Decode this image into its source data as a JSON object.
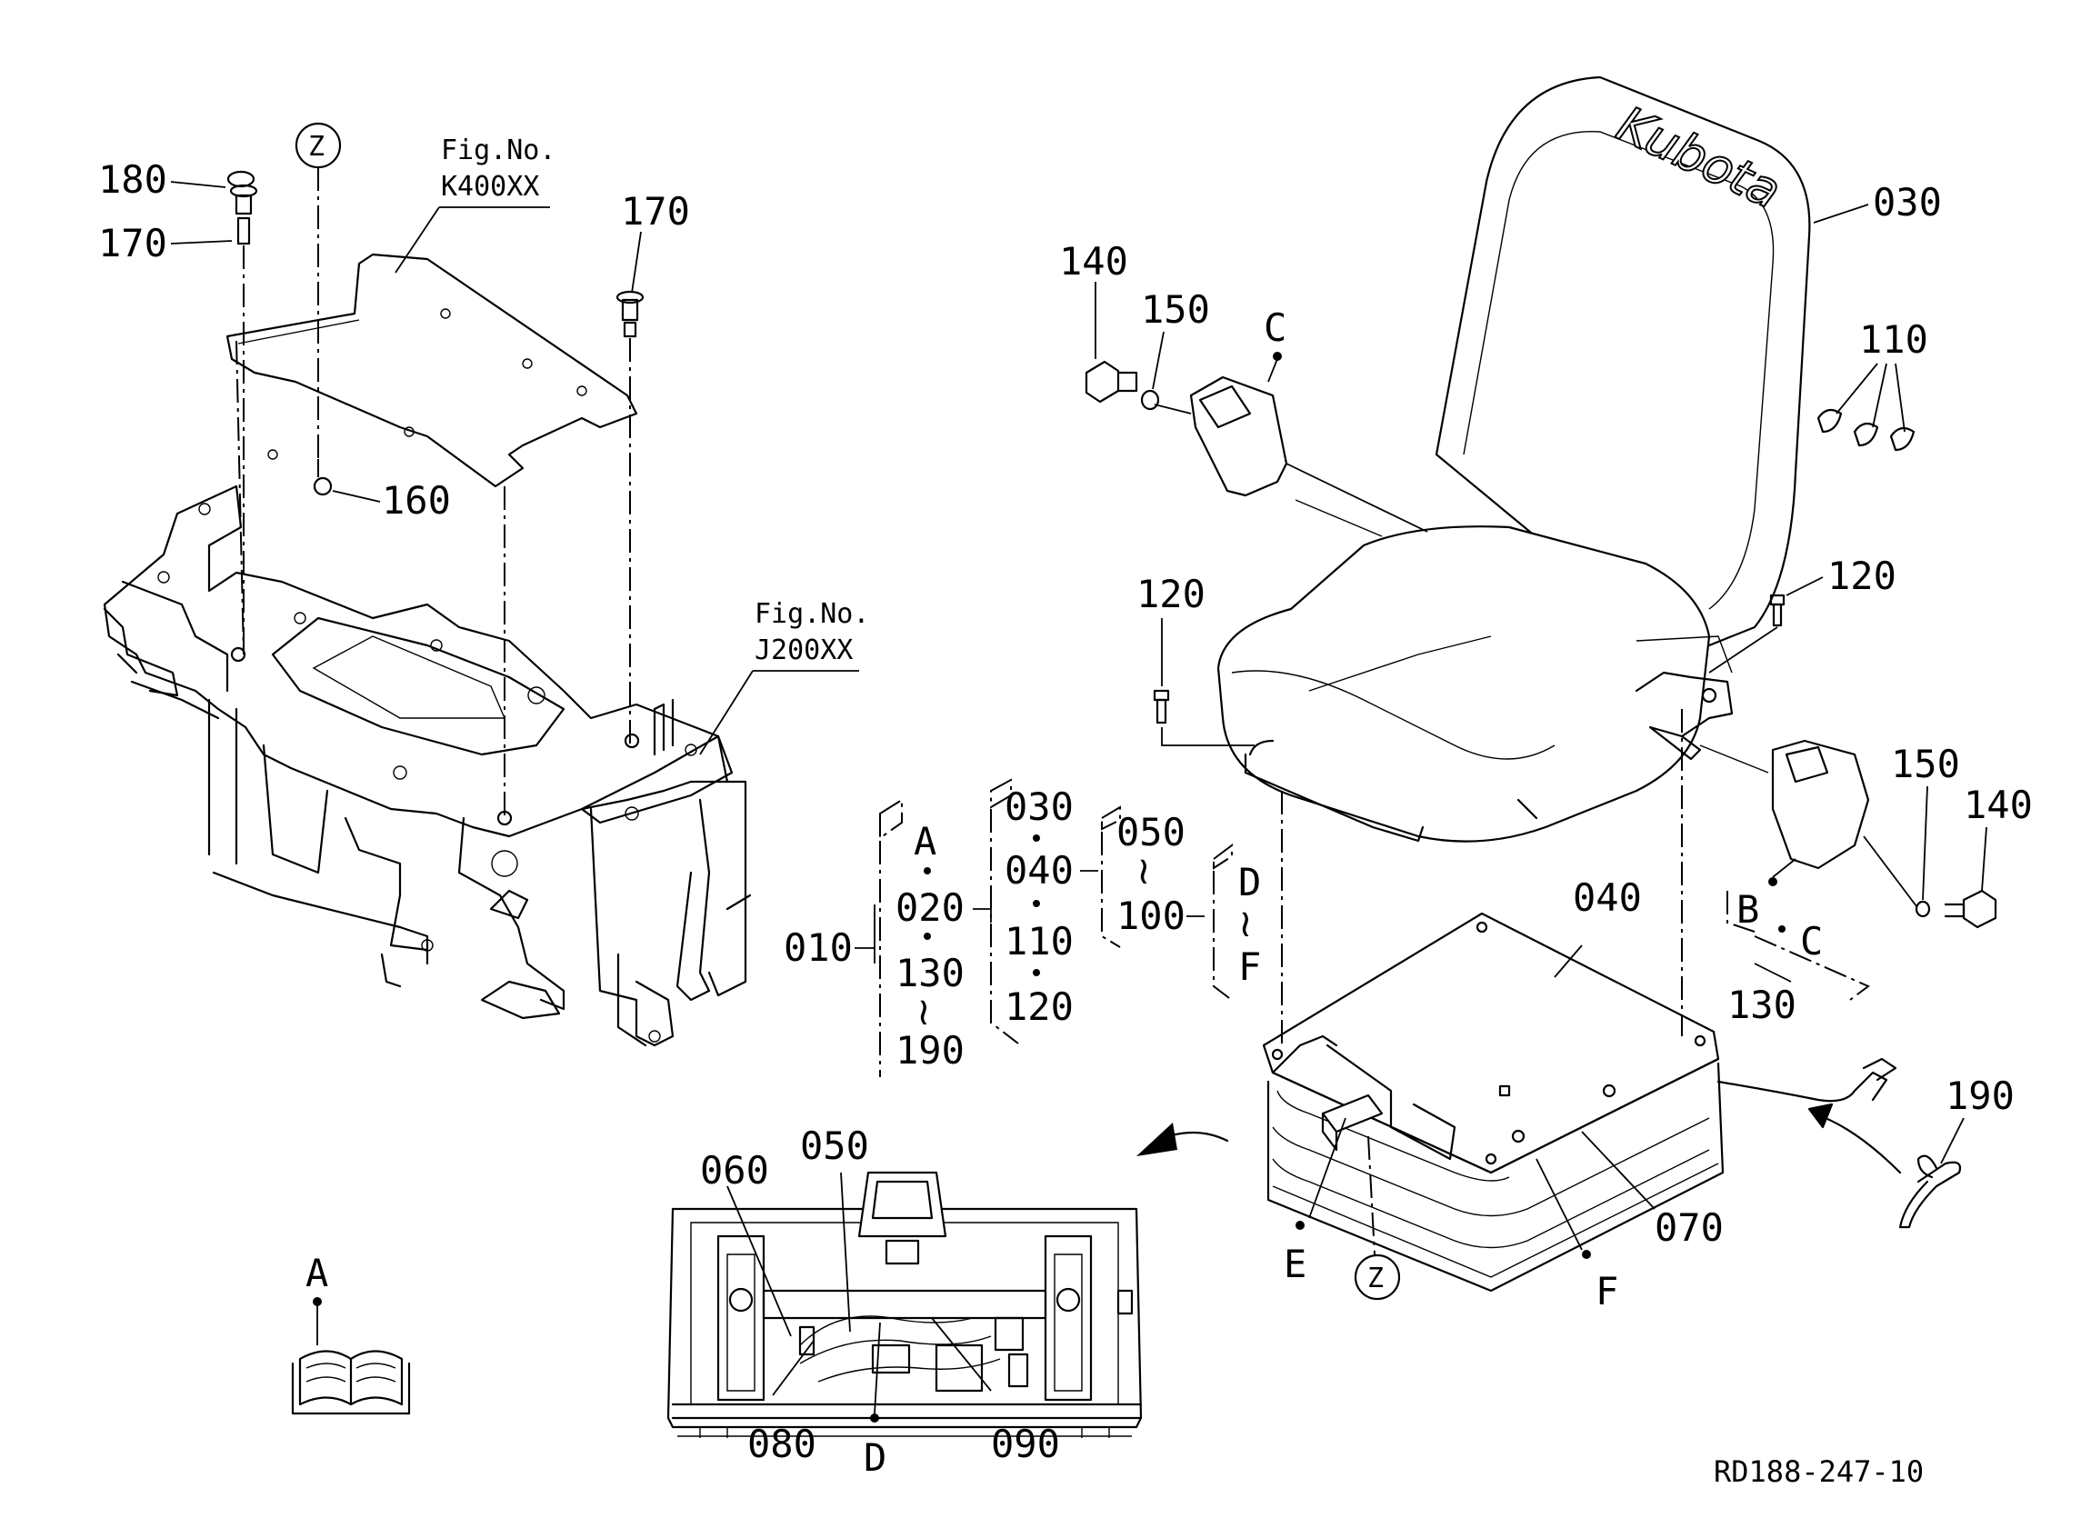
{
  "labels": {
    "p180": "180",
    "p170a": "170",
    "p170b": "170",
    "p160": "160",
    "p140a": "140",
    "p150a": "150",
    "p030": "030",
    "p110": "110",
    "p120a": "120",
    "p120b": "120",
    "p040": "040",
    "p150b": "150",
    "p140b": "140",
    "p130": "130",
    "p190": "190",
    "p070": "070",
    "p050": "050",
    "p060": "060",
    "p080": "080",
    "p090": "090",
    "refC1": "C",
    "refB": "B",
    "refC2": "C",
    "refA": "A",
    "refD": "D",
    "refE": "E",
    "refF": "F",
    "refZ1": "Z",
    "refZ2": "Z"
  },
  "figrefs": {
    "k400_line1": "Fig.No.",
    "k400_line2": "K400XX",
    "j200_line1": "Fig.No.",
    "j200_line2": "J200XX"
  },
  "tree": {
    "root": "010",
    "g1": [
      "A",
      "020",
      "130",
      "190"
    ],
    "g2": [
      "030",
      "040",
      "110",
      "120"
    ],
    "g3": [
      "050",
      "100"
    ],
    "g4": [
      "D",
      "F"
    ]
  },
  "brand": "Kubota",
  "drawing_code": "RD188-247-10"
}
